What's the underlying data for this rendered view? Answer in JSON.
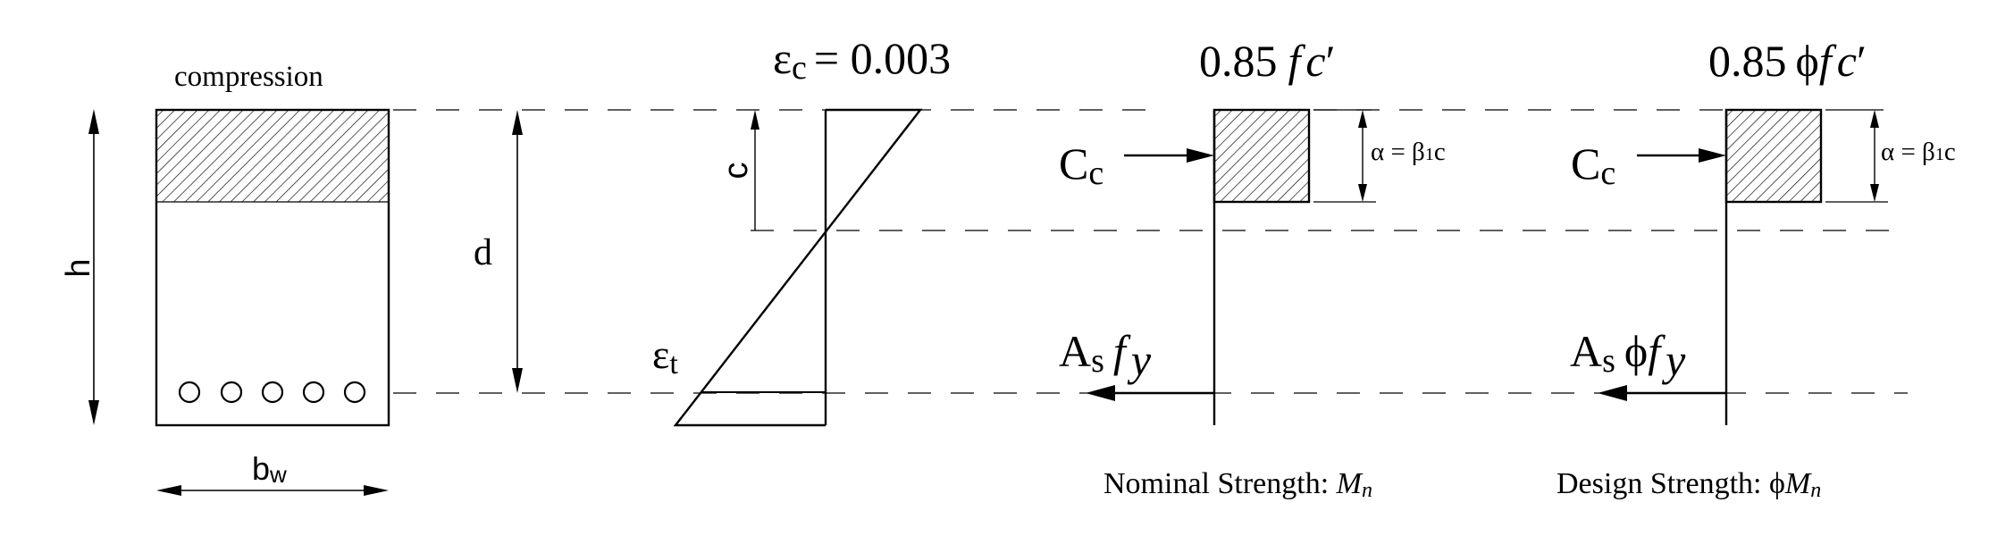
{
  "section": {
    "top_label": "compression",
    "height_label": "h",
    "width_label_main": "b",
    "width_label_sub": "w",
    "depth_label": "d"
  },
  "strain": {
    "top_label": "εc = 0.003",
    "top_eps": "ε",
    "top_sub": "c",
    "top_eq": "= 0.003",
    "c_label": "c",
    "bottom_eps": "ε",
    "bottom_sub": "t"
  },
  "nominal": {
    "stress_prefix": "0.85",
    "stress_f": "f",
    "stress_c": "c",
    "stress_prime": "′",
    "cc_main": "C",
    "cc_sub": "c",
    "alpha_label": "α = β",
    "alpha_sub": "1",
    "alpha_tail": "c",
    "as_main": "A",
    "as_sub": "s",
    "as_f": "f",
    "as_y": "y",
    "caption_text": "Nominal Strength: ",
    "caption_var": "M",
    "caption_sub": "n"
  },
  "design": {
    "stress_prefix": "0.85",
    "stress_phi": "ϕ",
    "stress_f": "f",
    "stress_c": "c",
    "stress_prime": "′",
    "cc_main": "C",
    "cc_sub": "c",
    "alpha_label": "α = β",
    "alpha_sub": "1",
    "alpha_tail": "c",
    "as_main": "A",
    "as_sub": "s",
    "as_phi": "ϕ",
    "as_f": "f",
    "as_y": "y",
    "caption_text": "Design Strength: ",
    "caption_phi": "ϕ",
    "caption_var": "M",
    "caption_sub": "n"
  }
}
